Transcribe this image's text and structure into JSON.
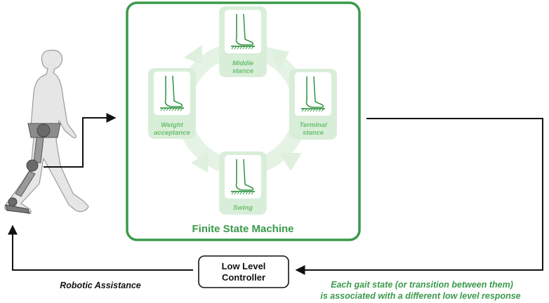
{
  "fsm": {
    "title": "Finite State Machine",
    "accent_color": "#3a9a4a",
    "states": [
      {
        "line1": "Middle",
        "line2": "stance"
      },
      {
        "line1": "Terminal",
        "line2": "stance"
      },
      {
        "line1": "Swing",
        "line2": ""
      },
      {
        "line1": "Weight",
        "line2": "acceptance"
      }
    ]
  },
  "controller": {
    "line1": "Low Level",
    "line2": "Controller"
  },
  "labels": {
    "robotic_assistance": "Robotic Assistance",
    "note_line1": "Each gait state (or transition between them)",
    "note_line2": "is associated with a different low level response"
  },
  "icons": {
    "person": "walking-person-with-exoskeleton",
    "foot": "foot-on-ground-icon"
  }
}
